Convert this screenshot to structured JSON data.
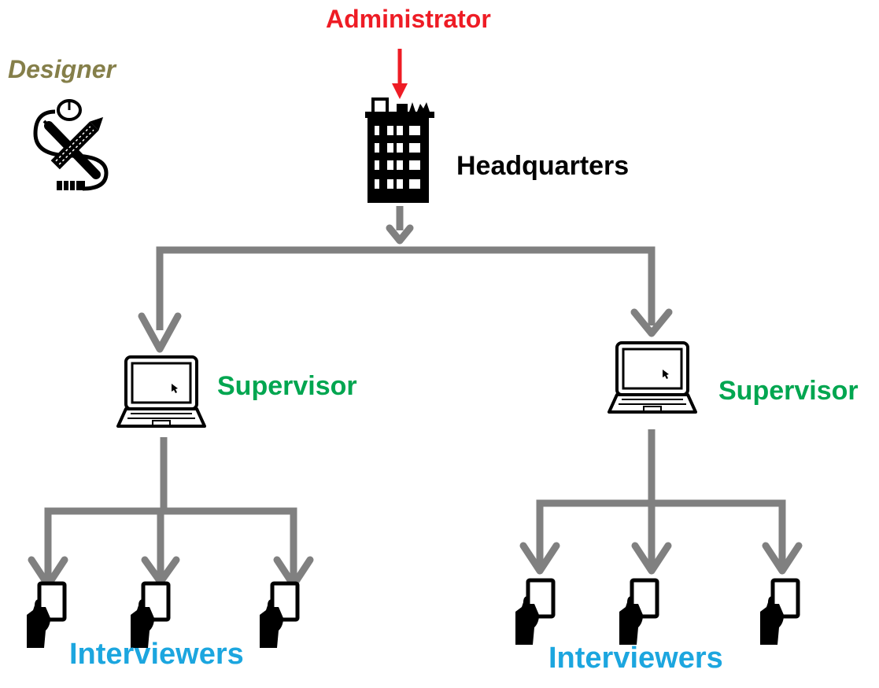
{
  "labels": {
    "administrator": "Administrator",
    "designer": "Designer",
    "headquarters": "Headquarters",
    "supervisor_left": "Supervisor",
    "supervisor_right": "Supervisor",
    "interviewers_left": "Interviewers",
    "interviewers_right": "Interviewers"
  },
  "colors": {
    "administrator": "#ee1c25",
    "designer": "#857f4a",
    "headquarters": "#000000",
    "supervisor": "#00a650",
    "interviewers": "#1ca6df",
    "connector": "#808080",
    "admin_arrow": "#ee1c25",
    "icon": "#000000"
  },
  "icons": {
    "designer": "designer-tools-icon",
    "headquarters": "building-icon",
    "supervisor": "laptop-icon",
    "interviewer": "handheld-tablet-icon"
  }
}
